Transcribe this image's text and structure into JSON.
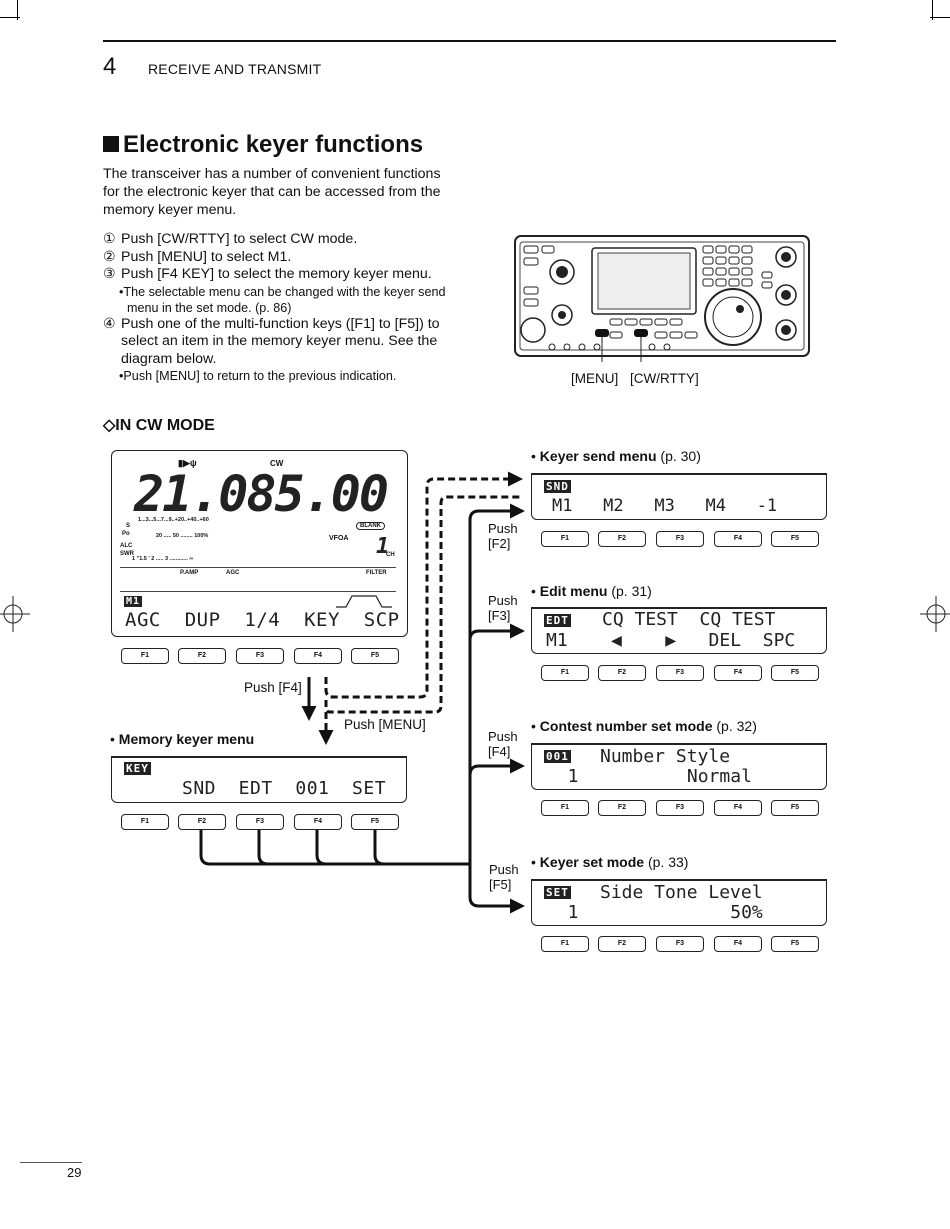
{
  "header": {
    "chapter_number": "4",
    "chapter_title": "RECEIVE AND TRANSMIT"
  },
  "section": {
    "title": "Electronic keyer functions",
    "intro": "The transceiver has a number of convenient functions for the electronic keyer that can be accessed from the memory keyer menu.",
    "steps": [
      {
        "num": "①",
        "text": "Push [CW/RTTY] to select CW mode."
      },
      {
        "num": "②",
        "text": "Push [MENU] to select M1."
      },
      {
        "num": "③",
        "text": "Push [F4 KEY] to select the memory keyer menu."
      },
      {
        "num": "④",
        "text": "Push one of the multi-function keys ([F1] to [F5]) to select an item in the memory keyer menu. See the diagram below."
      }
    ],
    "notes": {
      "step3": "•The selectable menu can be changed with the keyer send menu in the set mode. (p. 86)",
      "step4": "•Push [MENU] to return to the previous indication."
    }
  },
  "radio": {
    "menu_label": "[MENU]",
    "cwrtty_label": "[CW/RTTY]"
  },
  "subsection_title": "◇IN CW MODE",
  "main_lcd": {
    "frequency": "21.085.00",
    "mode": "CW",
    "vfo": "VFOA",
    "ch": "1",
    "ch_label": "CH",
    "blank": "BLANK",
    "s_scale": "1...3...5...7...9..+20..+40..+60",
    "po_scale": "20 ..... 50 ........ 100%",
    "swr_scale": "1 ''1.5 ' 2 ..... 3 ............ ∞",
    "pamp": "P.AMP",
    "agc": "AGC",
    "filter": "FILTER",
    "menu_tag": "M1",
    "menu": "AGC  DUP  1/4  KEY  SCP",
    "meter_labels": [
      "S",
      "Po",
      "ALC",
      "SWR"
    ]
  },
  "fkeys": [
    "F1",
    "F2",
    "F3",
    "F4",
    "F5"
  ],
  "flow": {
    "push_f4": "Push [F4]",
    "push_menu": "Push [MENU]",
    "push_f2": "Push\n[F2]",
    "push_f3": "Push\n[F3]",
    "push_f4b": "Push\n[F4]",
    "push_f5": "Push\n[F5]"
  },
  "memory_keyer": {
    "title": "Memory keyer menu",
    "tag": "KEY",
    "menu": "SND  EDT  001  SET"
  },
  "keyer_send": {
    "title": "Keyer send menu",
    "page": "(p. 30)",
    "tag": "SND",
    "line": "M1   M2   M3   M4   -1"
  },
  "edit_menu": {
    "title": "Edit menu",
    "page": "(p. 31)",
    "tag": "EDT",
    "line1": "CQ TEST  CQ TEST",
    "line2": "M1    ◀    ▶   DEL  SPC"
  },
  "contest": {
    "title": "Contest number set mode",
    "page": "(p. 32)",
    "tag": "001",
    "line1": "Number Style",
    "line2": "  1          Normal"
  },
  "keyer_set": {
    "title": "Keyer set mode",
    "page": "(p. 33)",
    "tag": "SET",
    "line1": "Side Tone Level",
    "line2": "  1              50%"
  },
  "footer": {
    "page_number": "29"
  }
}
